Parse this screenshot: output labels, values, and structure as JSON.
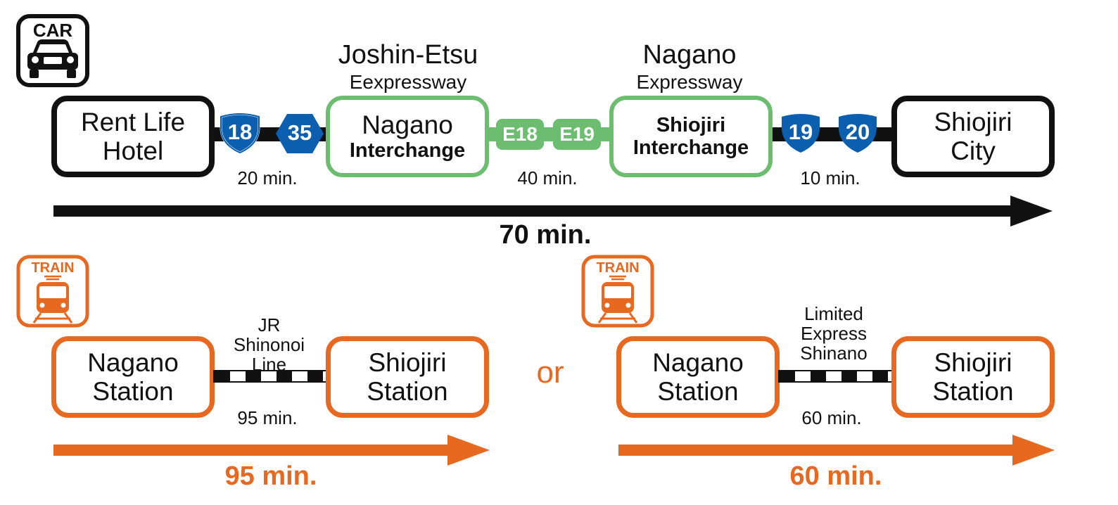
{
  "colors": {
    "black": "#111111",
    "green": "#6cbd6f",
    "orange": "#e8681f",
    "blue": "#0b5fae"
  },
  "car": {
    "icon_label": "CAR",
    "icon": "car-icon",
    "start": "Rent Life Hotel",
    "route_a": "18",
    "route_b": "35",
    "leg1_time": "20 min.",
    "ic1_road_line1": "Joshin-Etsu",
    "ic1_road_line2": "Eexpressway",
    "ic1_name": "Nagano",
    "ic1_type": "Interchange",
    "exp_a": "E18",
    "exp_b": "E19",
    "leg2_time": "40 min.",
    "ic2_road_line1": "Nagano",
    "ic2_road_line2": "Expressway",
    "ic2_name": "Shiojiri",
    "ic2_type": "Interchange",
    "route_c": "19",
    "route_d": "20",
    "leg3_time": "10 min.",
    "end_line1": "Shiojiri",
    "end_line2": "City",
    "total": "70 min."
  },
  "train1": {
    "icon_label": "TRAIN",
    "icon": "train-icon",
    "from_line1": "Nagano",
    "from_line2": "Station",
    "line_1": "JR",
    "line_2": "Shinonoi",
    "line_3": "Line",
    "to_line1": "Shiojiri",
    "to_line2": "Station",
    "leg_time": "95 min.",
    "total": "95 min."
  },
  "or_text": "or",
  "train2": {
    "icon_label": "TRAIN",
    "icon": "train-icon",
    "from_line1": "Nagano",
    "from_line2": "Station",
    "line_1": "Limited",
    "line_2": "Express",
    "line_3": "Shinano",
    "to_line1": "Shiojiri",
    "to_line2": "Station",
    "leg_time": "60 min.",
    "total": "60 min."
  }
}
